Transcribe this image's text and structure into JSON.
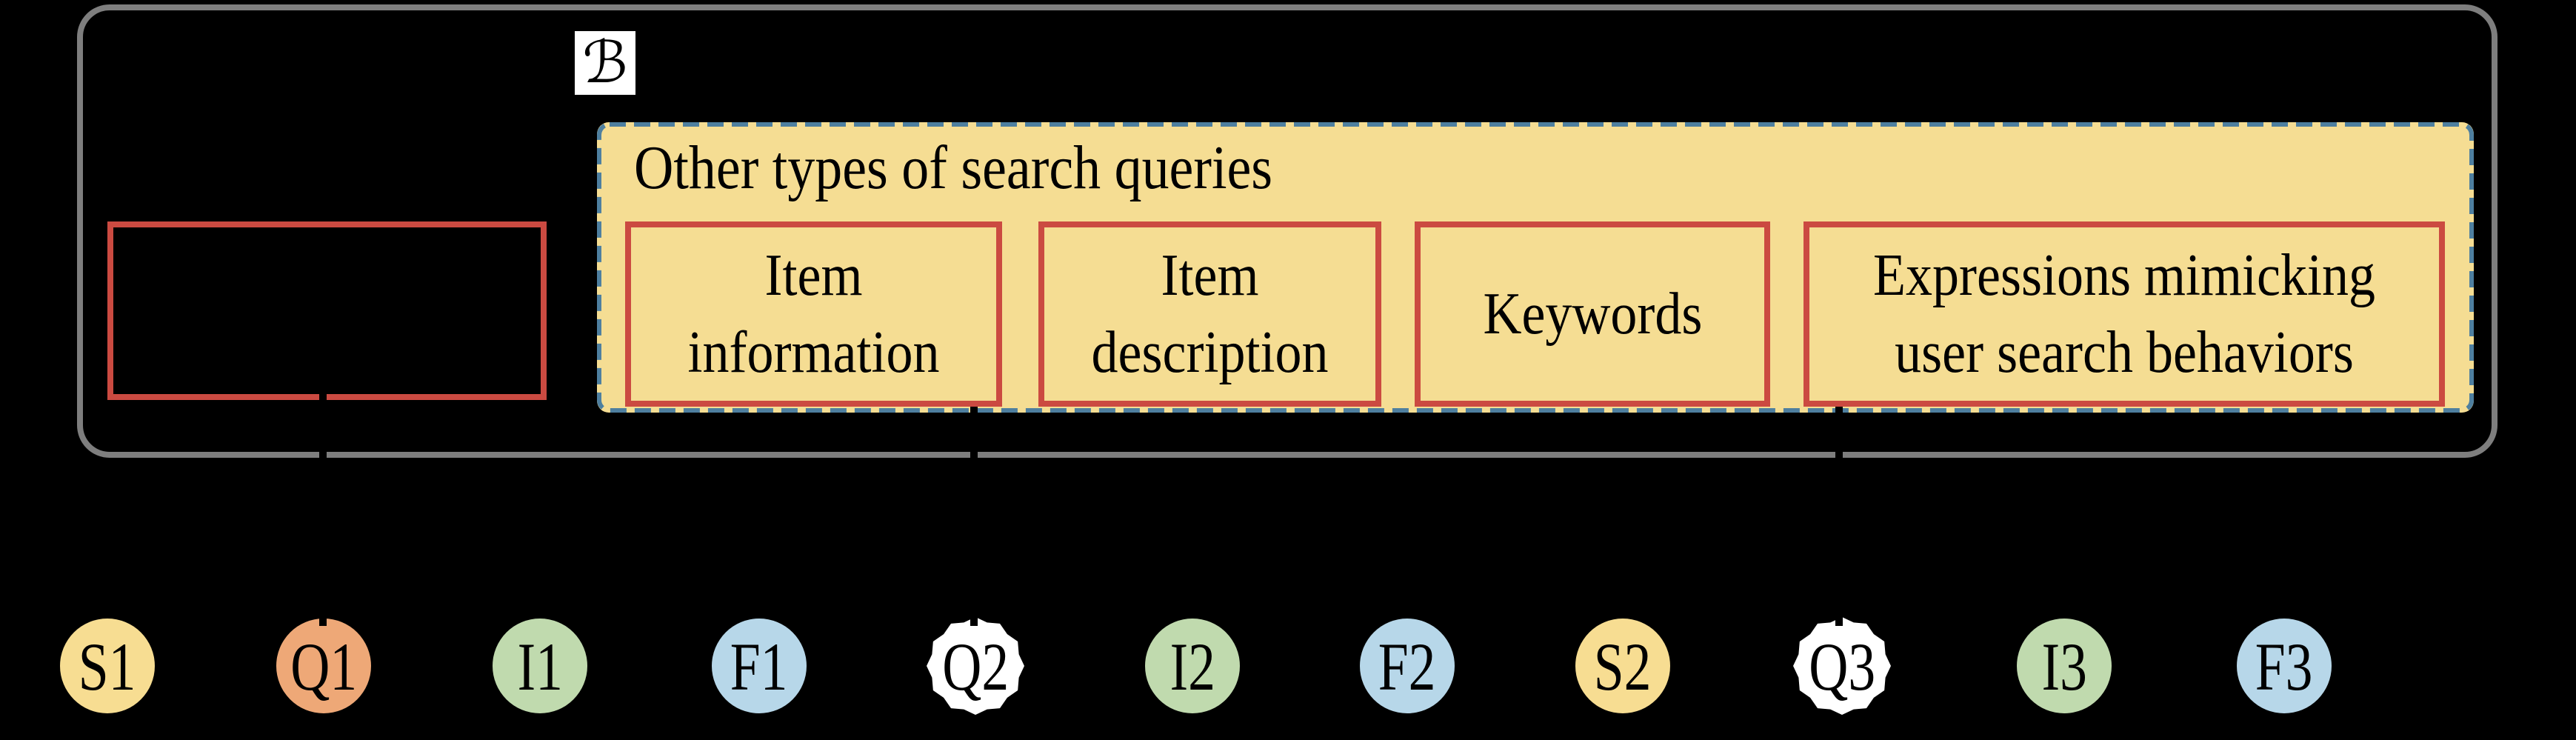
{
  "batch": {
    "symbol": "ℬ",
    "panel_title": "Other types of search queries",
    "query_types": [
      "Item information",
      "Item description",
      "Keywords",
      "Expressions mimicking user search behaviors"
    ]
  },
  "nodes": [
    {
      "label": "S1",
      "color": "#F7DD92"
    },
    {
      "label": "Q1",
      "color": "#EEA877"
    },
    {
      "label": "I1",
      "color": "#C0DAAE"
    },
    {
      "label": "F1",
      "color": "#B7D7E9"
    },
    {
      "label": "Q2",
      "color": "#FFFFFF"
    },
    {
      "label": "I2",
      "color": "#C0DAAE"
    },
    {
      "label": "F2",
      "color": "#B7D7E9"
    },
    {
      "label": "S2",
      "color": "#F7DD92"
    },
    {
      "label": "Q3",
      "color": "#FFFFFF"
    },
    {
      "label": "I3",
      "color": "#C0DAAE"
    },
    {
      "label": "F3",
      "color": "#B7D7E9"
    }
  ],
  "colors": {
    "background": "#000000",
    "outer_border": "#7E7E7E",
    "panel_fill": "#F5DD93",
    "panel_dash_border": "#4E7F9F",
    "box_border": "#CB4A41",
    "text": "#000000"
  }
}
